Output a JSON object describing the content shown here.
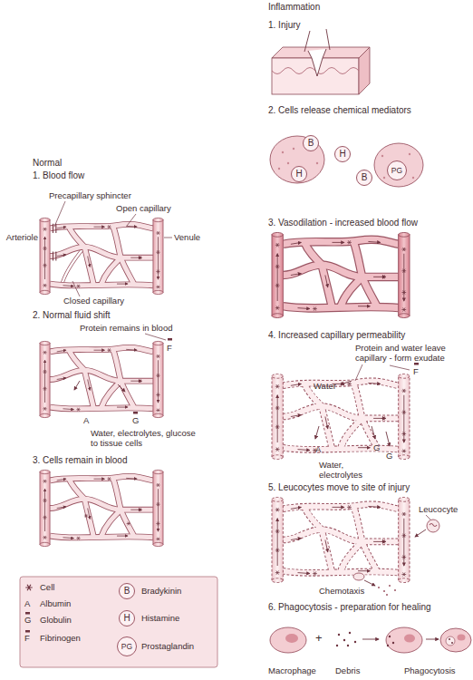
{
  "diagram": {
    "nodes": [
      {
        "text": [
          "B"
        ]
      },
      {
        "text": [
          "H"
        ]
      },
      {
        "text": [
          "B"
        ]
      },
      {
        "text": [
          "PG"
        ]
      },
      {
        "text": [
          "H"
        ]
      },
      {
        "text": [
          "B"
        ]
      },
      {
        "text": [
          "H"
        ]
      },
      {
        "text": [
          "PG"
        ]
      }
    ],
    "labels": [
      "Inflammation",
      "1. Injury",
      "2. Cells release chemical mediators",
      "3. Vasodilation - increased blood flow",
      "4. Increased capillary permeability",
      "Protein and water leave capillary - form exudate",
      "Water",
      "F",
      "A",
      "G",
      "G",
      "Water, electrolytes",
      "5. Leucocytes move to site of injury",
      "Leucocyte",
      "Chemotaxis",
      "6. Phagocytosis - preparation for healing",
      "Macrophage",
      "+",
      "Debris",
      "Phagocytosis",
      "Normal",
      "1. Blood flow",
      "Precapillary sphincter",
      "Arteriole",
      "Open capillary",
      "Venule",
      "Closed capillary",
      "2. Normal fluid shift",
      "Protein remains in blood",
      "F",
      "A",
      "G",
      "Water, electrolytes, glucose to tissue cells",
      "3. Cells remain in blood",
      "A",
      "G",
      "F"
    ],
    "legend": [
      {
        "text": "Cell"
      },
      {
        "text": "Albumin"
      },
      {
        "text": "Globulin"
      },
      {
        "text": "Fibrinogen"
      },
      {
        "text": "Bradykinin"
      },
      {
        "text": "Histamine"
      },
      {
        "text": "Prostaglandin"
      }
    ]
  }
}
